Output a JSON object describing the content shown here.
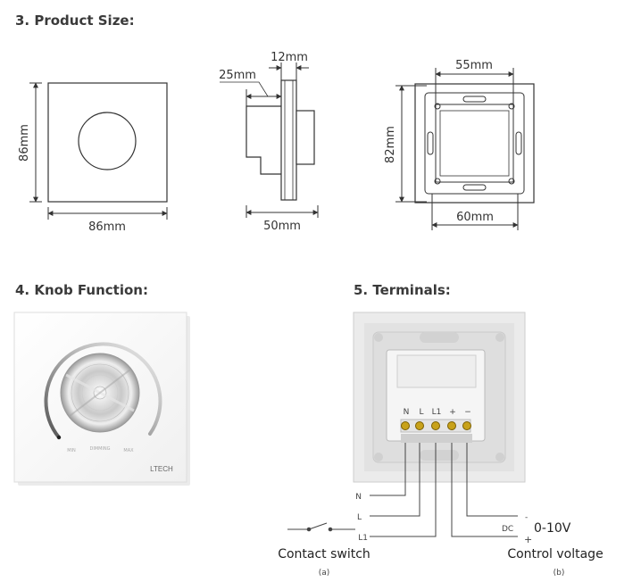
{
  "sections": {
    "product_size": "3. Product Size:",
    "knob_function": "4. Knob Function:",
    "terminals": "5. Terminals:"
  },
  "front_view": {
    "height": "86mm",
    "width": "86mm"
  },
  "side_view": {
    "panel": "12mm",
    "depth": "25mm",
    "body": "50mm"
  },
  "back_view": {
    "top": "55mm",
    "height": "82mm",
    "bottom": "60mm"
  },
  "knob": {
    "min": "MIN",
    "label": "DIMMING",
    "max": "MAX",
    "brand": "LTECH"
  },
  "terminals": {
    "labels": [
      "N",
      "L",
      "L1",
      "+",
      "−"
    ],
    "wires": [
      "N",
      "L",
      "L1"
    ],
    "dc_label": "DC",
    "minus": "-",
    "plus": "+",
    "voltage": "0-10V",
    "contact_switch": "Contact switch",
    "control_voltage": "Control voltage",
    "sub_a": "(a)",
    "sub_b": "(b)"
  }
}
